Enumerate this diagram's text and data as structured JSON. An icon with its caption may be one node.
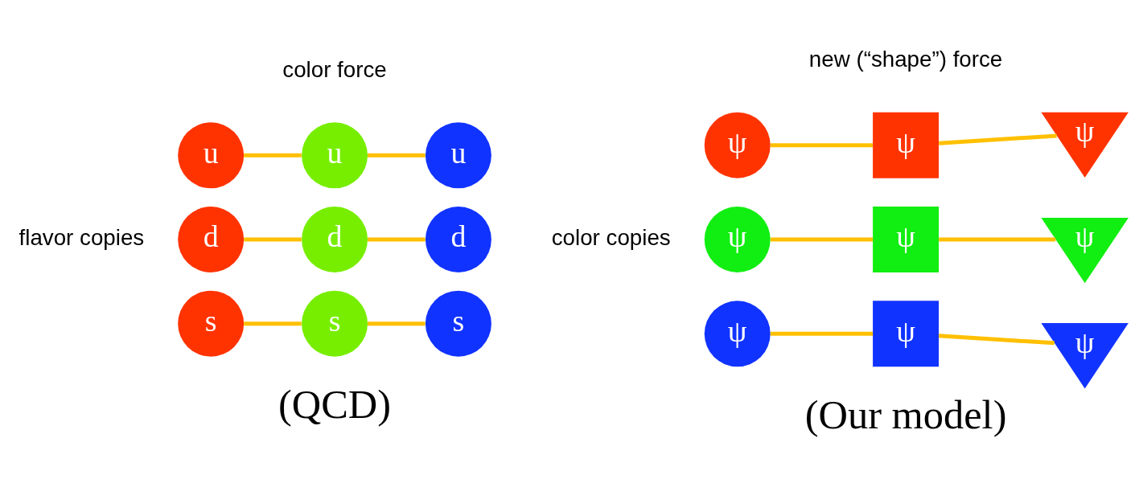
{
  "diagram": {
    "nodes": [
      {
        "text": [
          "u"
        ]
      },
      {
        "text": [
          "u"
        ]
      },
      {
        "text": [
          "u"
        ]
      },
      {
        "text": [
          "d"
        ]
      },
      {
        "text": [
          "d"
        ]
      },
      {
        "text": [
          "d"
        ]
      },
      {
        "text": [
          "s"
        ]
      },
      {
        "text": [
          "s"
        ]
      },
      {
        "text": [
          "s"
        ]
      },
      {
        "text": [
          "ψ"
        ]
      },
      {
        "text": [
          "ψ"
        ]
      },
      {
        "text": [
          "ψ"
        ]
      },
      {
        "text": [
          "ψ"
        ]
      },
      {
        "text": [
          "ψ"
        ]
      },
      {
        "text": [
          "ψ"
        ]
      },
      {
        "text": [
          "ψ"
        ]
      },
      {
        "text": [
          "ψ"
        ]
      },
      {
        "text": [
          "ψ"
        ]
      }
    ],
    "edges": [
      {
        "from": 0,
        "to": 1,
        "arrow": "none"
      },
      {
        "from": 1,
        "to": 2,
        "arrow": "none"
      },
      {
        "from": 3,
        "to": 4,
        "arrow": "none"
      },
      {
        "from": 4,
        "to": 5,
        "arrow": "none"
      },
      {
        "from": 6,
        "to": 7,
        "arrow": "none"
      },
      {
        "from": 7,
        "to": 8,
        "arrow": "none"
      },
      {
        "from": 9,
        "to": 10,
        "arrow": "none"
      },
      {
        "from": 10,
        "to": 11,
        "arrow": "none"
      },
      {
        "from": 12,
        "to": 13,
        "arrow": "none"
      },
      {
        "from": 13,
        "to": 14,
        "arrow": "none"
      },
      {
        "from": 15,
        "to": 16,
        "arrow": "none"
      },
      {
        "from": 16,
        "to": 17,
        "arrow": "none"
      }
    ],
    "labels": [
      "color force",
      "new (“shape”) force",
      "flavor copies",
      "color copies",
      "(QCD)",
      "(Our model)"
    ]
  }
}
